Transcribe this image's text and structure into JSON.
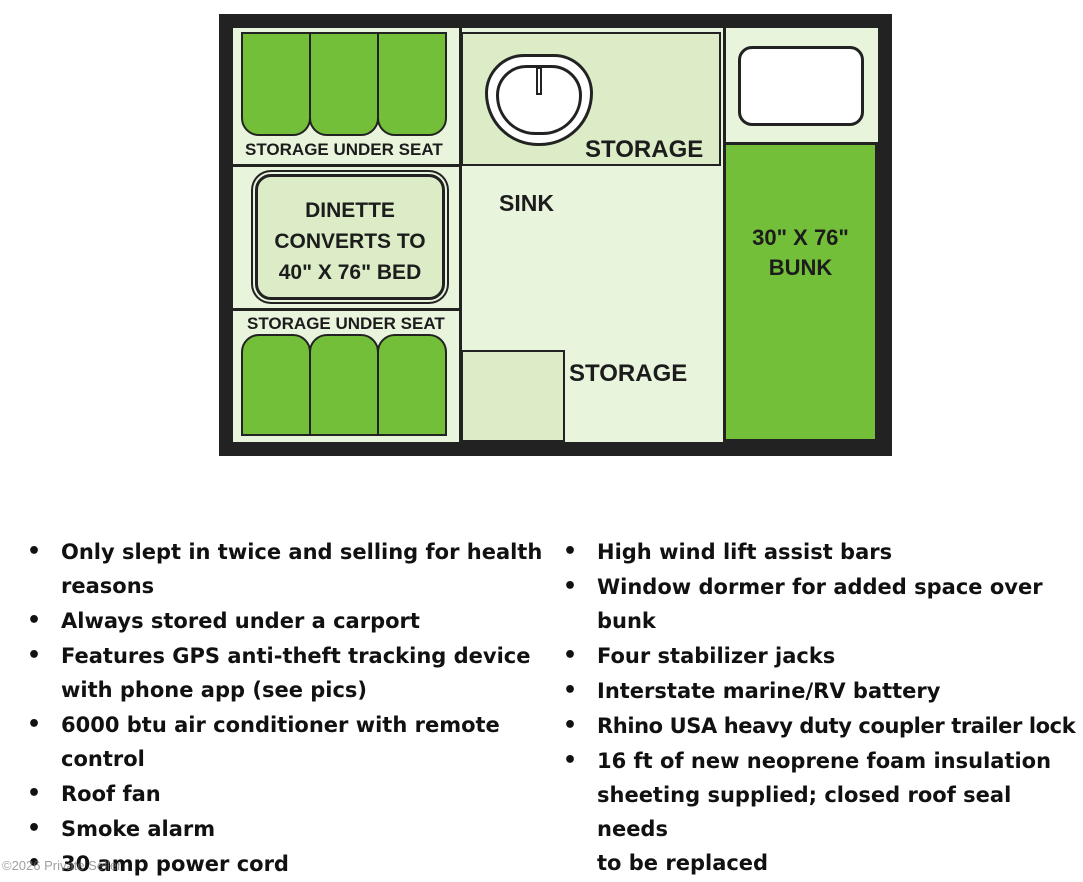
{
  "floor_plan": {
    "storage_under_seat_top": "STORAGE UNDER SEAT",
    "storage_under_seat_bottom": "STORAGE UNDER SEAT",
    "dinette": [
      "DINETTE",
      "CONVERTS TO",
      "40\" X 76\" BED"
    ],
    "storage_top": "STORAGE",
    "sink": "SINK",
    "storage_bottom": "STORAGE",
    "bunk": [
      "30\" X 76\"",
      "BUNK"
    ],
    "colors": {
      "green": "#73bf3a",
      "light_green": "#dbecc7",
      "background": "#e9f4dd",
      "outline": "#222222"
    }
  },
  "features_left": [
    [
      "Only slept in twice and selling for health",
      "reasons"
    ],
    [
      "Always stored under a carport"
    ],
    [
      "Features GPS anti-theft tracking device",
      "with phone app (see pics)"
    ],
    [
      "6000 btu air conditioner with remote",
      "control"
    ],
    [
      "Roof fan"
    ],
    [
      "Smoke alarm"
    ],
    [
      "30 amp power cord"
    ]
  ],
  "features_right": [
    [
      "High wind lift assist bars"
    ],
    [
      "Window dormer for added space over",
      "bunk"
    ],
    [
      "Four stabilizer jacks"
    ],
    [
      "Interstate marine/RV battery"
    ],
    [
      "Rhino USA heavy duty coupler trailer lock"
    ],
    [
      "16 ft of new neoprene foam insulation",
      "sheeting supplied; closed roof seal needs",
      "to be replaced"
    ]
  ],
  "watermark": "©2026 Private Seller"
}
